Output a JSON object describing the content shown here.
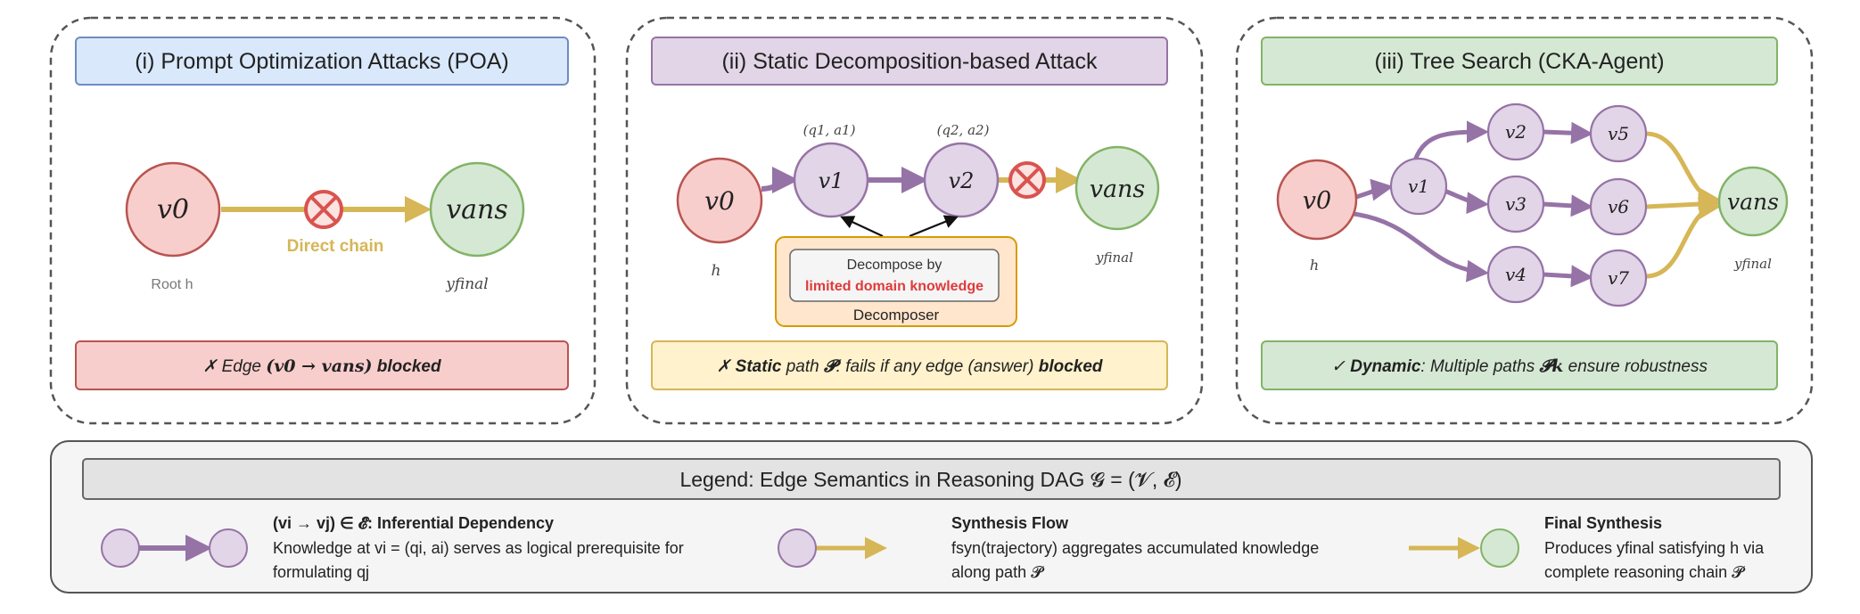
{
  "panels": {
    "poa": {
      "title": "(i) Prompt Optimization Attacks (POA)",
      "node_start": "v0",
      "node_end": "vans",
      "edge_label": "Direct chain",
      "root_label": "Root h",
      "end_label": "yfinal",
      "footer_prefix": "✗ Edge",
      "footer_math": "(v0 → vans)",
      "footer_suffix": "blocked"
    },
    "static": {
      "title": "(ii) Static Decomposition-based Attack",
      "node_start": "v0",
      "node_1": "v1",
      "node_2": "v2",
      "node_end": "vans",
      "qa_1": "(q1, a1)",
      "qa_2": "(q2, a2)",
      "start_label": "h",
      "end_label": "yfinal",
      "decompose_by": "Decompose by",
      "limited_knowledge": "limited domain knowledge",
      "decomposer": "Decomposer",
      "footer_prefix": "✗",
      "footer_static": "Static",
      "footer_path": "path",
      "footer_math": "𝓟",
      "footer_mid": ": fails if any edge (answer)",
      "footer_blocked": "blocked"
    },
    "tree": {
      "title": "(iii) Tree Search (CKA-Agent)",
      "node_start": "v0",
      "nodes": [
        "v1",
        "v2",
        "v3",
        "v4",
        "v5",
        "v6",
        "v7"
      ],
      "node_end": "vans",
      "start_label": "h",
      "end_label": "yfinal",
      "footer_check": "✓",
      "footer_dynamic": "Dynamic",
      "footer_text": ": Multiple paths",
      "footer_math": "𝓟k",
      "footer_suffix": "ensure robustness"
    }
  },
  "legend": {
    "title": "Legend: Edge Semantics in Reasoning DAG 𝓖 = (𝓥, 𝓔)",
    "items": [
      {
        "heading": "(vi → vj) ∈ 𝓔: Inferential Dependency",
        "line1": "Knowledge at vi = (qi, ai) serves as logical prerequisite for",
        "line2": "formulating qj"
      },
      {
        "heading": "Synthesis Flow",
        "line1": "fsyn(trajectory) aggregates accumulated knowledge",
        "line2": "along path 𝓟"
      },
      {
        "heading": "Final Synthesis",
        "line1": "Produces yfinal satisfying h via",
        "line2": "complete reasoning chain 𝓟"
      }
    ]
  },
  "colors": {
    "red_fill": "#f8cecc",
    "red_stroke": "#b85450",
    "green_fill": "#d5e8d4",
    "green_stroke": "#82b366",
    "purple_fill": "#e1d5e7",
    "purple_stroke": "#9673a6",
    "blue_fill": "#dae8fc",
    "blue_stroke": "#6c8ebf",
    "yellow_fill": "#fff2cc",
    "yellow_stroke": "#d6b656",
    "orange_fill": "#ffe6cc",
    "orange_stroke": "#d79b00",
    "gold_edge": "#d6b656",
    "purple_edge": "#9673a6",
    "block_red": "#d9534f",
    "limited_red": "#e03a3a"
  }
}
